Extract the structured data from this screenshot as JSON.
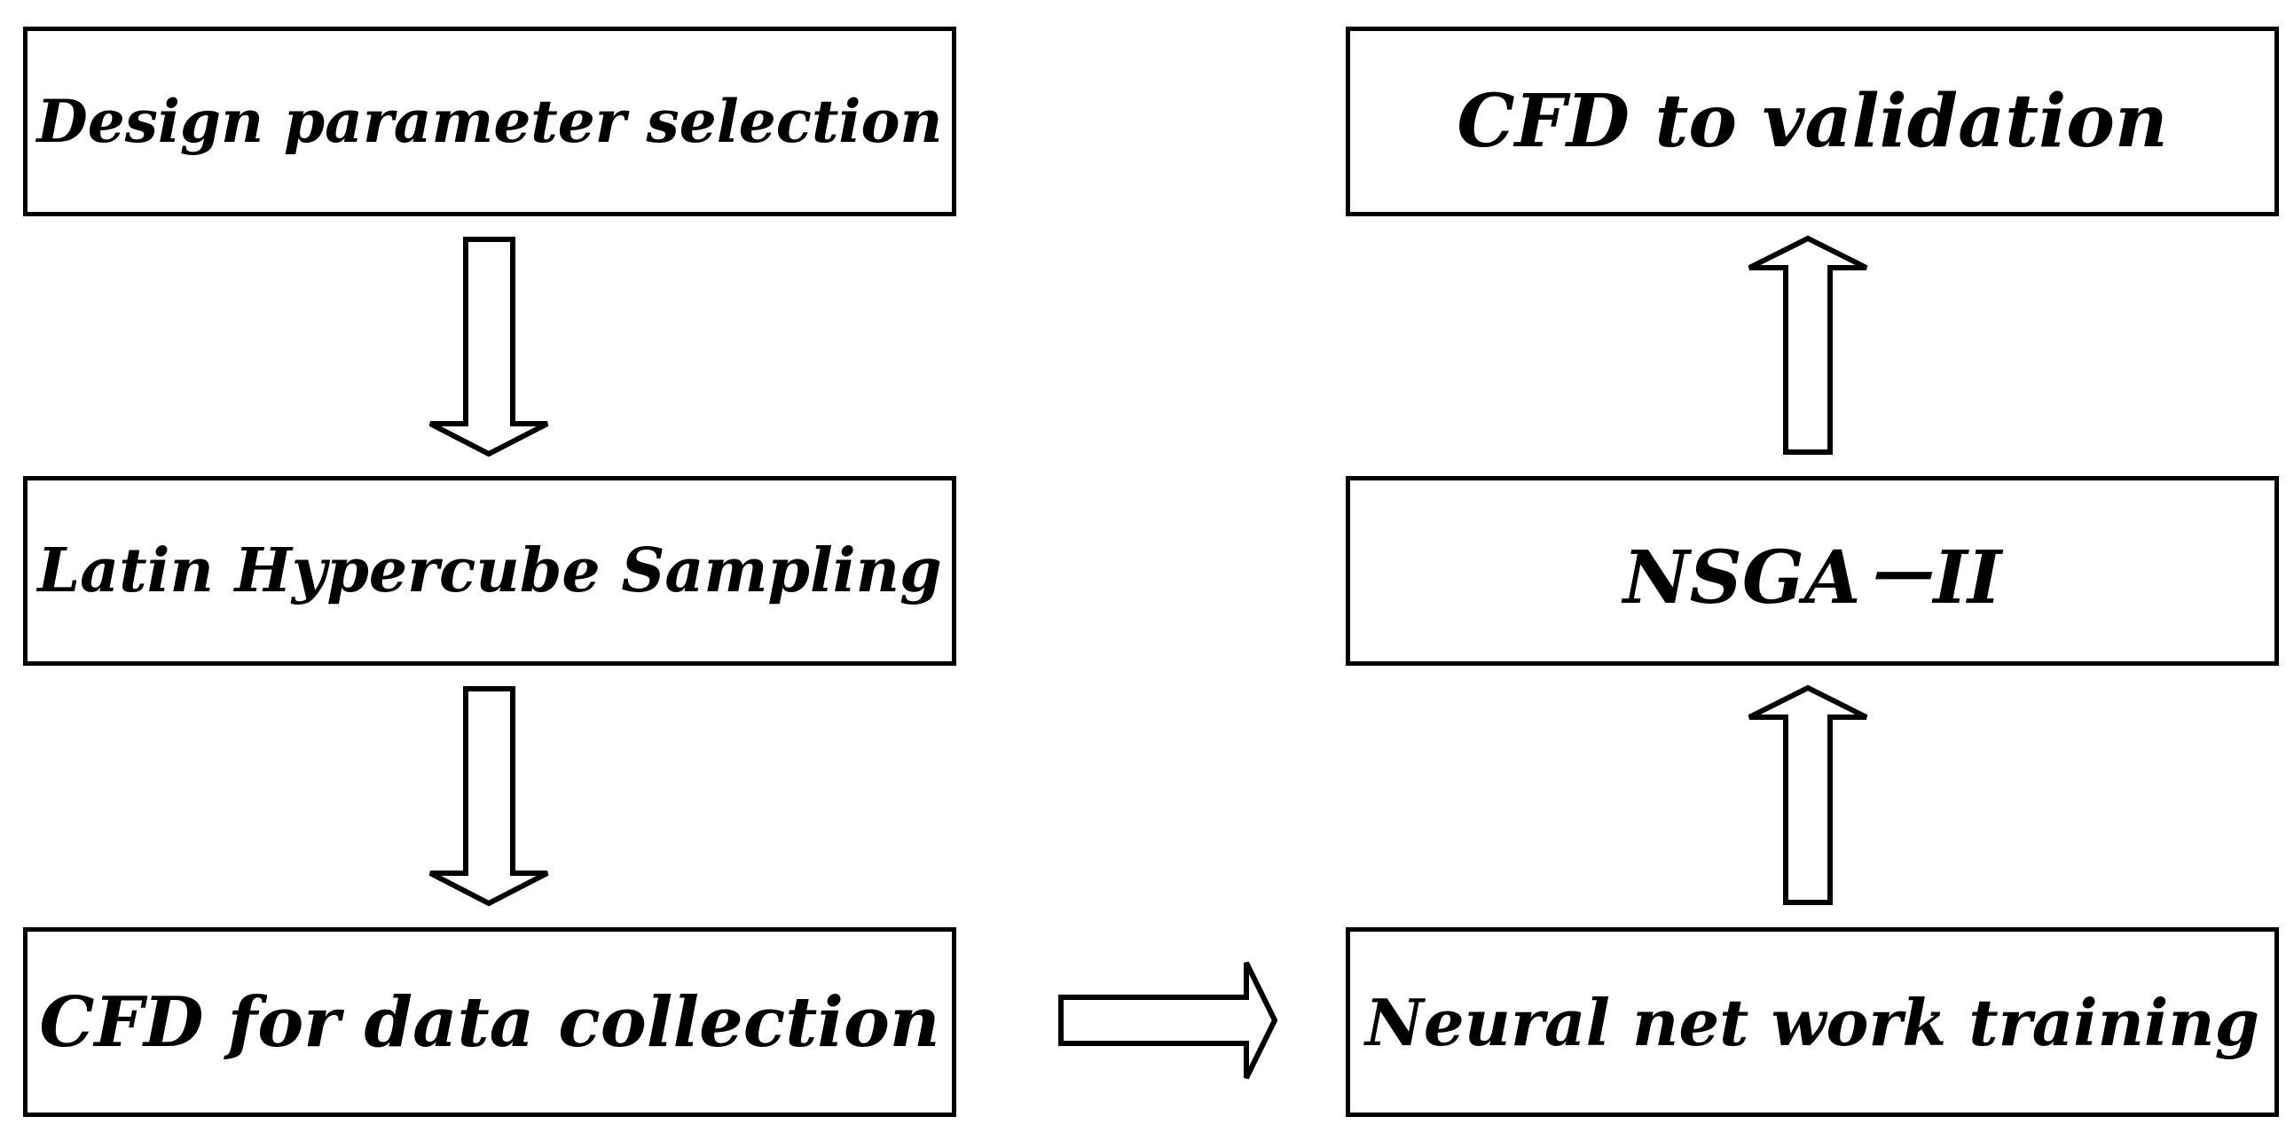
{
  "diagram": {
    "nodes": {
      "design": {
        "label": "Design parameter selection"
      },
      "lhs": {
        "label": "Latin Hypercube Sampling"
      },
      "cfd_data": {
        "label": "CFD for data collection"
      },
      "cfd_validation": {
        "label": "CFD to validation"
      },
      "nsga": {
        "label": "NSGA－II"
      },
      "neural": {
        "label": "Neural net work training"
      }
    },
    "edges": [
      {
        "from": "design",
        "to": "lhs"
      },
      {
        "from": "lhs",
        "to": "cfd_data"
      },
      {
        "from": "cfd_data",
        "to": "neural"
      },
      {
        "from": "neural",
        "to": "nsga"
      },
      {
        "from": "nsga",
        "to": "cfd_validation"
      }
    ],
    "colors": {
      "stroke": "#000000",
      "fill": "#ffffff",
      "text": "#000000"
    }
  }
}
